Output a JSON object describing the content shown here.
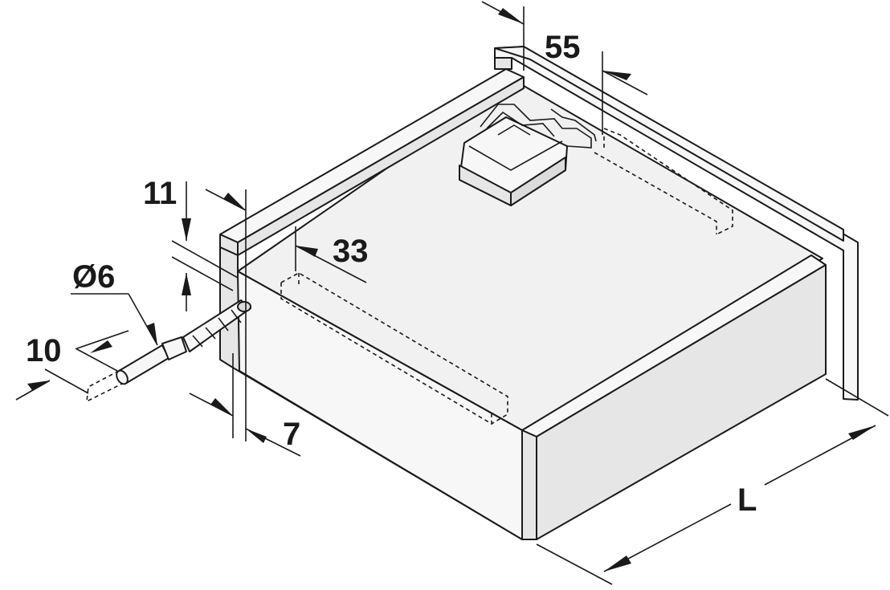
{
  "dimensions": {
    "d55": "55",
    "d11": "11",
    "d33": "33",
    "d6": "Ø6",
    "d10": "10",
    "d7": "7",
    "dL": "L"
  },
  "colors": {
    "line": "#1a1a1a",
    "panel_light": "#f1f1f1",
    "panel_side": "#e6e6e6",
    "background": "#ffffff"
  }
}
